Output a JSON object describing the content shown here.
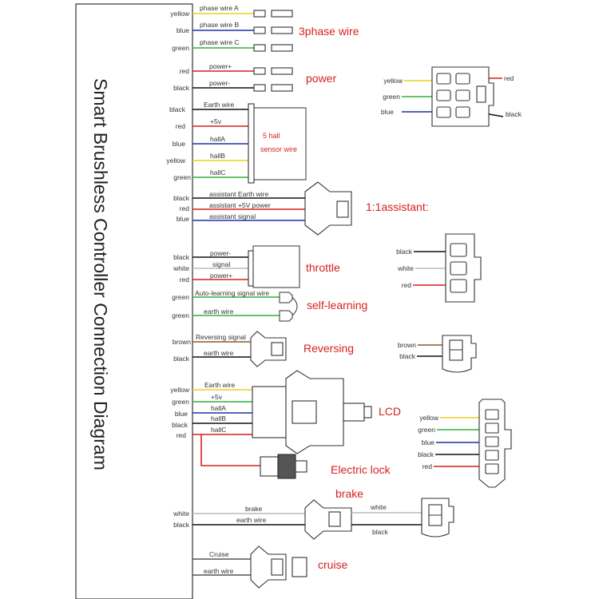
{
  "title": "Smart Brushless Controller Connection Diagram",
  "colors": {
    "yellow": "#e8d21a",
    "blue": "#1f2fa6",
    "green": "#2fb33a",
    "red": "#d81f1f",
    "black": "#111111",
    "white": "#bbbbbb",
    "brown": "#8a5a2b",
    "label_red": "#d81f1f"
  },
  "sections": {
    "phase": {
      "label": "3phase wire",
      "wires": [
        {
          "color_name": "yellow",
          "signal": "phase wire A"
        },
        {
          "color_name": "blue",
          "signal": "phase wire B"
        },
        {
          "color_name": "green",
          "signal": "phase wire C"
        }
      ]
    },
    "power": {
      "label": "power",
      "wires": [
        {
          "color_name": "red",
          "signal": "power+"
        },
        {
          "color_name": "black",
          "signal": "power-"
        }
      ]
    },
    "hall": {
      "label_line1": "5 hall",
      "label_line2": "sensor wire",
      "wires": [
        {
          "color_name": "black",
          "signal": "Earth wire"
        },
        {
          "color_name": "red",
          "signal": "+5v"
        },
        {
          "color_name": "blue",
          "signal": "hallA"
        },
        {
          "color_name": "yellow",
          "signal": "hallB"
        },
        {
          "color_name": "green",
          "signal": "hallC"
        }
      ],
      "connector_pins": [
        {
          "color_name": "yellow",
          "side": "left"
        },
        {
          "color_name": "green",
          "side": "left"
        },
        {
          "color_name": "blue",
          "side": "left"
        },
        {
          "color_name": "red",
          "side": "right"
        },
        {
          "color_name": "black",
          "side": "right"
        }
      ]
    },
    "assistant": {
      "label": "1:1assistant:",
      "wires": [
        {
          "color_name": "black",
          "signal": "assistant Earth wire"
        },
        {
          "color_name": "red",
          "signal": "assistant +5V power"
        },
        {
          "color_name": "blue",
          "signal": "assistant signal"
        }
      ]
    },
    "throttle": {
      "label": "throttle",
      "wires": [
        {
          "color_name": "black",
          "signal": "power-"
        },
        {
          "color_name": "white",
          "signal": "signal"
        },
        {
          "color_name": "red",
          "signal": "power+"
        }
      ],
      "connector_pins": [
        {
          "color_name": "black"
        },
        {
          "color_name": "white"
        },
        {
          "color_name": "red"
        }
      ]
    },
    "self_learning": {
      "label": "self-learning",
      "wires": [
        {
          "color_name": "green",
          "signal": "Auto-learning signal wire"
        },
        {
          "color_name": "green",
          "signal": "earth wire"
        }
      ]
    },
    "reversing": {
      "label": "Reversing",
      "wires": [
        {
          "color_name": "brown",
          "signal": "Reversing signal"
        },
        {
          "color_name": "black",
          "signal": "earth wire"
        }
      ],
      "connector_pins": [
        {
          "color_name": "brown"
        },
        {
          "color_name": "black"
        }
      ]
    },
    "lcd": {
      "label": "LCD",
      "wires": [
        {
          "color_name": "yellow",
          "signal": "Earth wire"
        },
        {
          "color_name": "green",
          "signal": "+5v"
        },
        {
          "color_name": "blue",
          "signal": "hallA"
        },
        {
          "color_name": "black",
          "signal": "hallB"
        },
        {
          "color_name": "red",
          "signal": "hallC"
        }
      ],
      "connector_pins": [
        {
          "color_name": "yellow"
        },
        {
          "color_name": "green"
        },
        {
          "color_name": "blue"
        },
        {
          "color_name": "black"
        },
        {
          "color_name": "red"
        }
      ]
    },
    "electric_lock": {
      "label": "Electric lock"
    },
    "brake": {
      "label": "brake",
      "wires": [
        {
          "color_name": "white",
          "signal": "brake"
        },
        {
          "color_name": "black",
          "signal": "earth wire"
        }
      ],
      "switch_wires": [
        {
          "color_name": "white"
        },
        {
          "color_name": "black"
        }
      ]
    },
    "cruise": {
      "label": "cruise",
      "wires": [
        {
          "color_name": "",
          "signal": "Cruise"
        },
        {
          "color_name": "",
          "signal": "earth wire"
        }
      ]
    }
  }
}
